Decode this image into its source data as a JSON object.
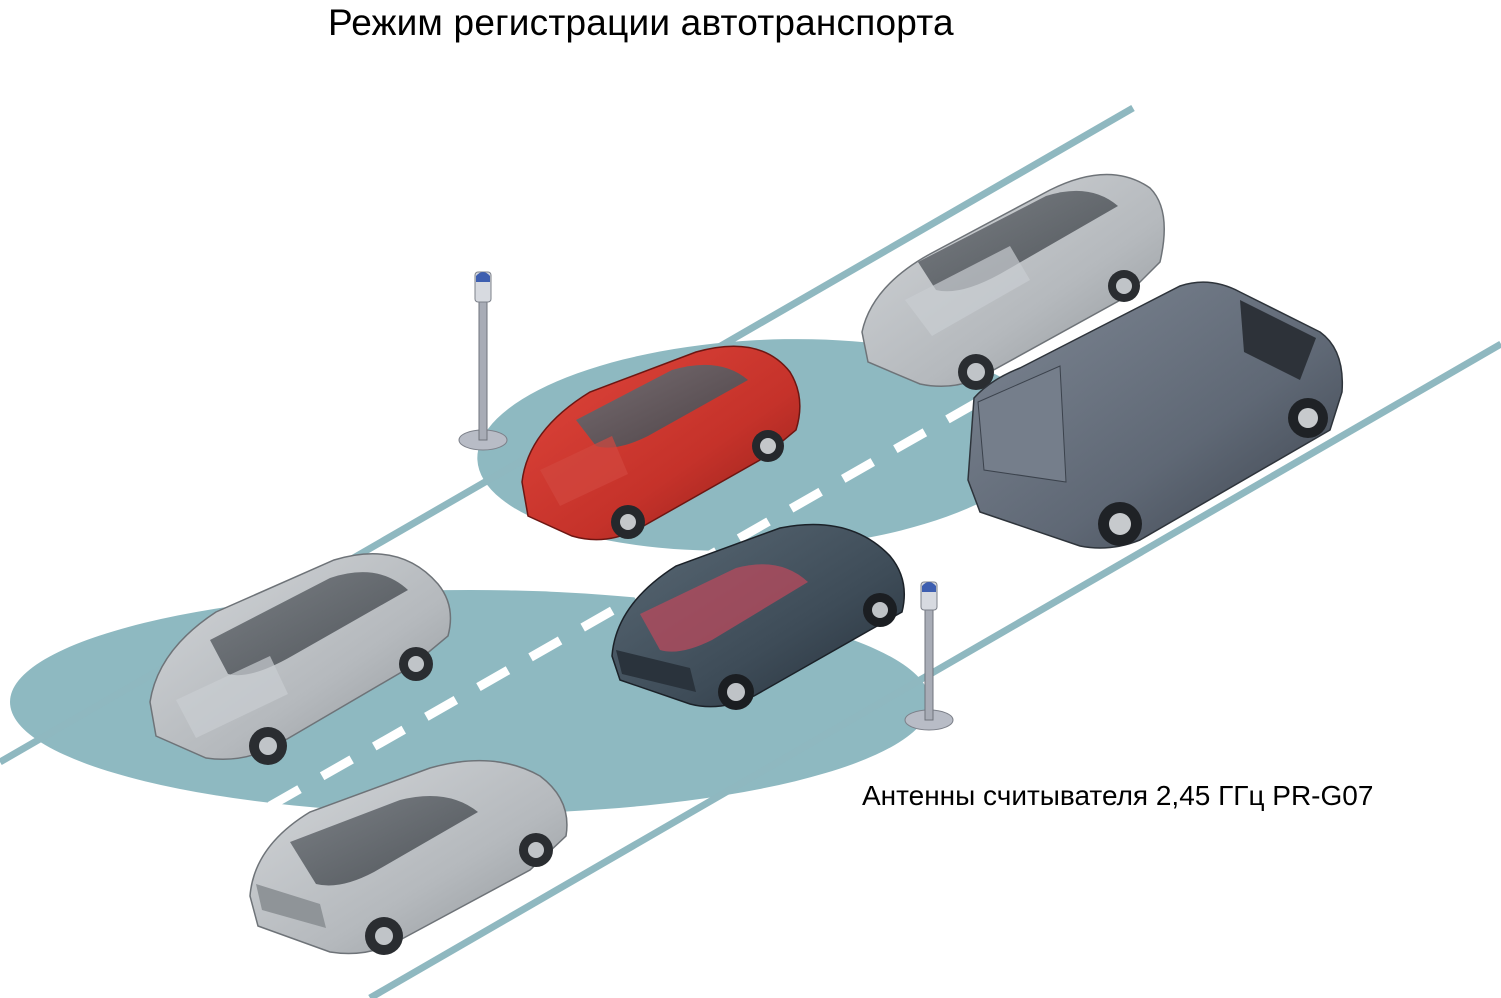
{
  "diagram": {
    "title": "Режим регистрации автотранспорта",
    "antenna_caption": "Антенны считывателя 2,45 ГГц PR-G07"
  },
  "colors": {
    "lane_line": "#8fb8c0",
    "read_zone": "#8eb9c1",
    "dashed_marking": "#ffffff",
    "red_car": "#c5322a",
    "dark_car": "#3e4c58",
    "silver_car": "#b8bcc0",
    "van": "#5f6875",
    "antenna_pole": "#a8acb6",
    "antenna_head": "#3e5fb0"
  },
  "vehicles": [
    {
      "id": "silver-sedan-top-right",
      "icon": "car-icon"
    },
    {
      "id": "van-right",
      "icon": "van-icon"
    },
    {
      "id": "red-sedan",
      "icon": "car-icon"
    },
    {
      "id": "dark-coupe",
      "icon": "car-icon"
    },
    {
      "id": "silver-sedan-left",
      "icon": "car-icon"
    },
    {
      "id": "silver-sedan-bottom",
      "icon": "car-icon"
    }
  ],
  "antennas": [
    {
      "id": "antenna-left",
      "icon": "antenna-icon"
    },
    {
      "id": "antenna-right",
      "icon": "antenna-icon"
    }
  ]
}
